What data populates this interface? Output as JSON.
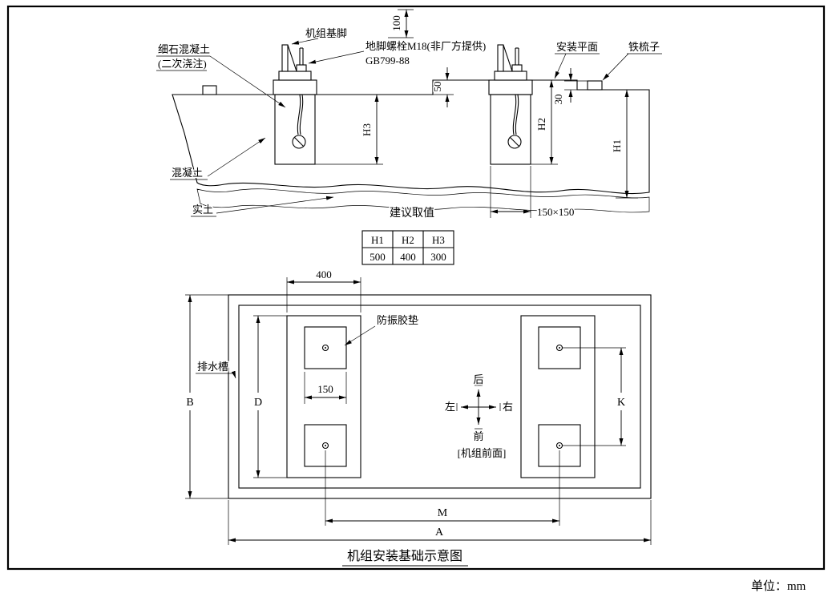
{
  "colors": {
    "line": "#000000",
    "background": "#ffffff"
  },
  "frame": {
    "unit_label": "单位：mm"
  },
  "section": {
    "labels": {
      "unit_foot": "机组基脚",
      "anchor_bolt": "地脚螺栓M18(非厂方提供)",
      "anchor_bolt_std": "GB799-88",
      "fine_concrete": "细石混凝土",
      "fine_concrete2": "(二次浇注)",
      "install_plane": "安装平面",
      "iron_comb": "铁梳子",
      "concrete": "混凝土",
      "solid_soil": "实土",
      "suggest": "建议取值"
    },
    "dims": {
      "d100": "100",
      "d50": "50",
      "d30": "30",
      "h1": "H1",
      "h2": "H2",
      "h3": "H3",
      "pocket": "150×150"
    },
    "table": {
      "headers": [
        "H1",
        "H2",
        "H3"
      ],
      "values": [
        "500",
        "400",
        "300"
      ]
    }
  },
  "plan": {
    "labels": {
      "drain": "排水槽",
      "pad": "防振胶垫",
      "front_label": "[机组前面]",
      "title": "机组安装基础示意图",
      "dir_up": "后",
      "dir_down": "前",
      "dir_left": "左",
      "dir_right": "右"
    },
    "dims": {
      "d400": "400",
      "d150": "150",
      "B": "B",
      "D": "D",
      "K": "K",
      "M": "M",
      "A": "A"
    }
  }
}
